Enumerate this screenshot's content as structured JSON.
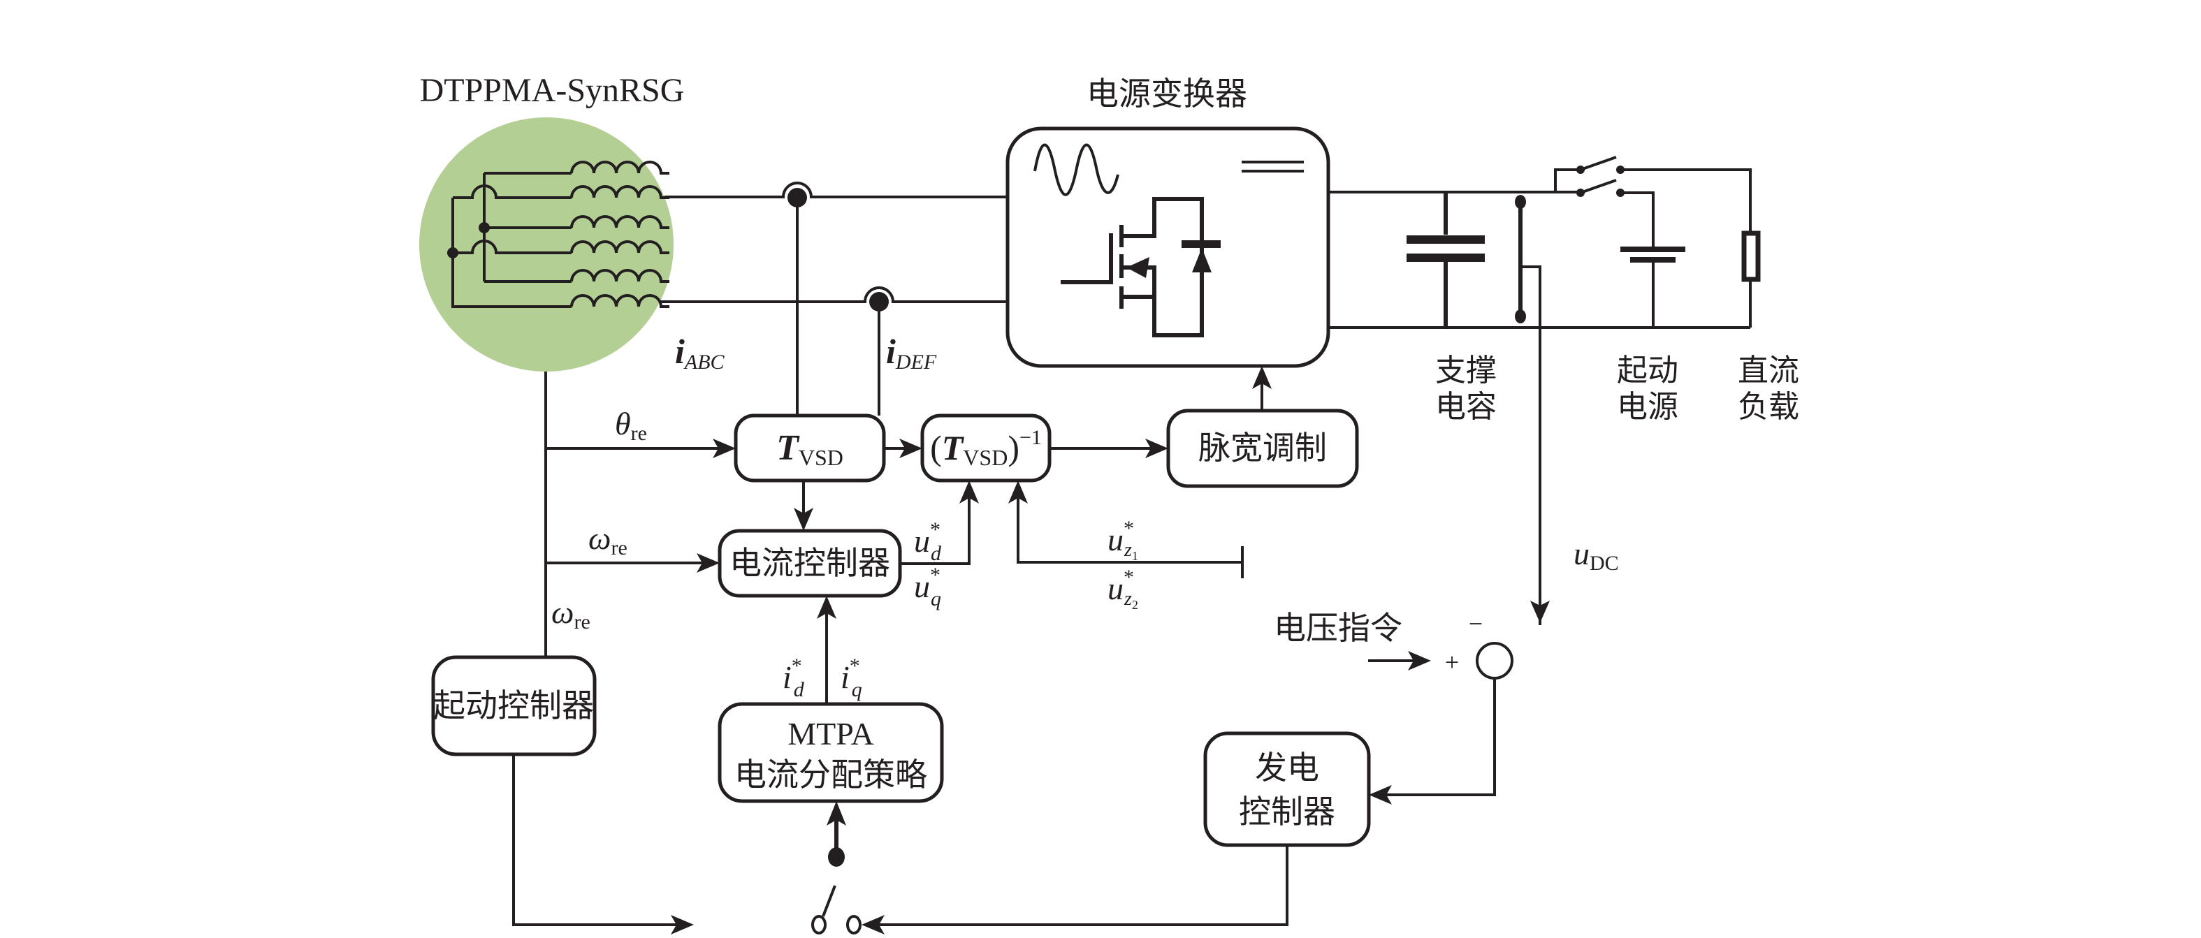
{
  "figure": {
    "machine_label": "DTPPMA-SynRSG",
    "machine_color": "#b3cf94",
    "converter": {
      "title": "电源变换器",
      "symbols": [
        "ac-sine-icon",
        "mosfet-with-diode-icon",
        "dc-double-line-icon"
      ]
    },
    "dc_side": {
      "capacitor_label_line1": "支撑",
      "capacitor_label_line2": "电容",
      "source_label_line1": "起动",
      "source_label_line2": "电源",
      "load_label_line1": "直流",
      "load_label_line2": "负载"
    },
    "signals": {
      "i_abc": {
        "main": "i",
        "sub": "ABC"
      },
      "i_def": {
        "main": "i",
        "sub": "DEF"
      },
      "theta_re": {
        "main": "θ",
        "sub": "re"
      },
      "omega_re_1": {
        "main": "ω",
        "sub": "re"
      },
      "omega_re_2": {
        "main": "ω",
        "sub": "re"
      },
      "u_d": {
        "main": "u",
        "sup": "*",
        "sub": "d"
      },
      "u_q": {
        "main": "u",
        "sup": "*",
        "sub": "q"
      },
      "u_z1": {
        "main": "u",
        "sup": "*",
        "sub": "z",
        "subsub": "1"
      },
      "u_z2": {
        "main": "u",
        "sup": "*",
        "sub": "z",
        "subsub": "2"
      },
      "i_d": {
        "main": "i",
        "sup": "*",
        "sub": "d"
      },
      "i_q": {
        "main": "i",
        "sup": "*",
        "sub": "q"
      },
      "u_dc": {
        "main": "u",
        "sub": "DC"
      }
    },
    "blocks": {
      "tvsd": {
        "main": "T",
        "sub": "VSD"
      },
      "tvsd_inv": {
        "open": "(",
        "main": "T",
        "sub": "VSD",
        "close": ")",
        "sup": "−1"
      },
      "pwm": "脉宽调制",
      "current_controller": "电流控制器",
      "start_controller": "起动控制器",
      "mtpa_line1": "MTPA",
      "mtpa_line2": "电流分配策略",
      "gen_controller_line1": "发电",
      "gen_controller_line2": "控制器"
    },
    "summing_junction": {
      "reference_label": "电压指令",
      "plus_sign": "+",
      "minus_sign": "−"
    }
  }
}
